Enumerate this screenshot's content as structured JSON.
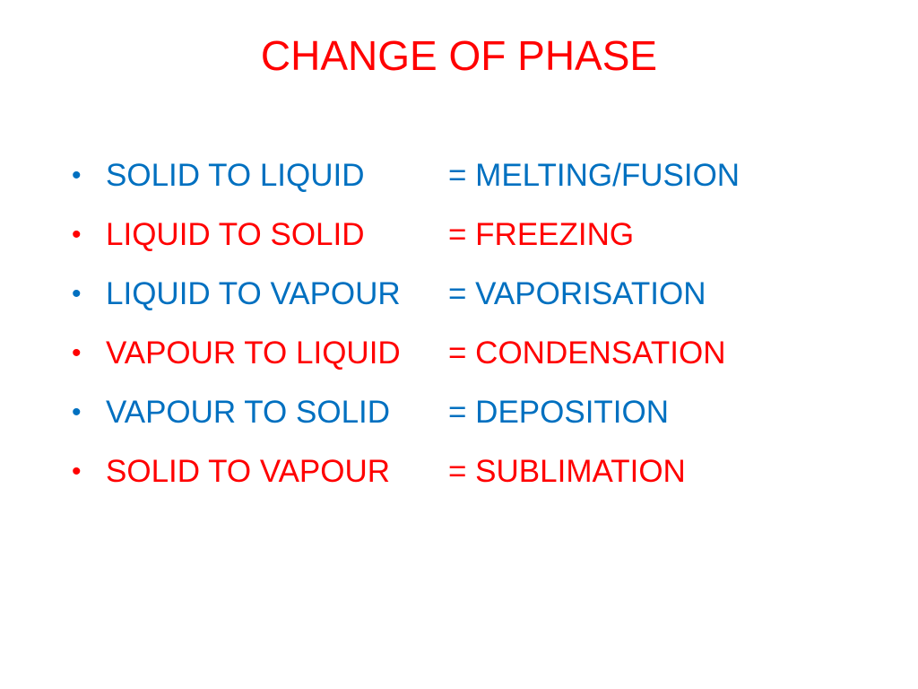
{
  "slide": {
    "title": "CHANGE OF PHASE",
    "bullet_glyph": "•",
    "colors": {
      "title": "#ff0000",
      "blue": "#0070c0",
      "red": "#ff0000"
    },
    "items": [
      {
        "term": "SOLID TO LIQUID",
        "definition": "= MELTING/FUSION",
        "color": "#0070c0"
      },
      {
        "term": "LIQUID TO SOLID",
        "definition": "= FREEZING",
        "color": "#ff0000"
      },
      {
        "term": "LIQUID TO VAPOUR",
        "definition": "= VAPORISATION",
        "color": "#0070c0"
      },
      {
        "term": "VAPOUR TO LIQUID",
        "definition": "= CONDENSATION",
        "color": "#ff0000"
      },
      {
        "term": "VAPOUR TO SOLID",
        "definition": "= DEPOSITION",
        "color": "#0070c0"
      },
      {
        "term": "SOLID TO VAPOUR",
        "definition": "= SUBLIMATION",
        "color": "#ff0000"
      }
    ]
  }
}
